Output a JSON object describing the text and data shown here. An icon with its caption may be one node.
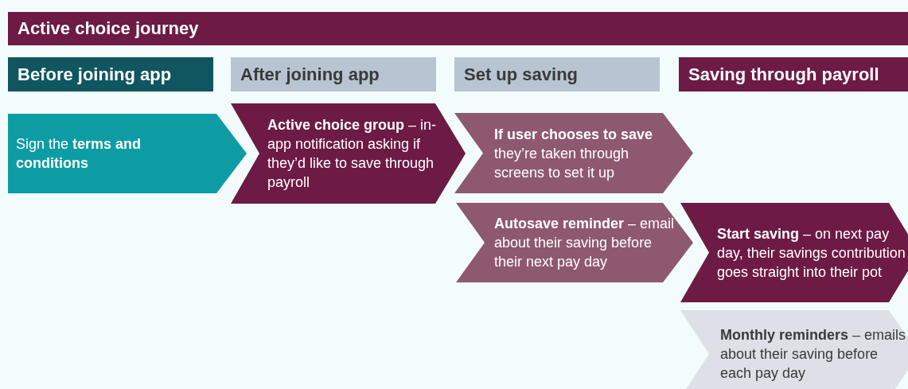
{
  "diagram": {
    "nodes": [
      {
        "text": [
          "Active choice journey"
        ]
      },
      {
        "text": [
          "Before joining app"
        ]
      },
      {
        "text": [
          "After joining app"
        ]
      },
      {
        "text": [
          "Set up saving"
        ]
      },
      {
        "text": [
          "Saving through payroll"
        ]
      },
      {
        "text": [
          "Sign the **terms and conditions**"
        ]
      },
      {
        "text": [
          "**Active choice group** – in-app notification asking if they’d like to save through payroll"
        ]
      },
      {
        "text": [
          "**If user chooses to save** they’re taken through screens to set it up"
        ]
      },
      {
        "text": [
          "**Autosave reminder** – email about their saving before their next pay day"
        ]
      },
      {
        "text": [
          "**Start saving** – on next pay day, their savings contribution goes straight into their pot"
        ]
      },
      {
        "text": [
          "**Monthly reminders** – emails about their saving before each pay day"
        ]
      }
    ]
  }
}
